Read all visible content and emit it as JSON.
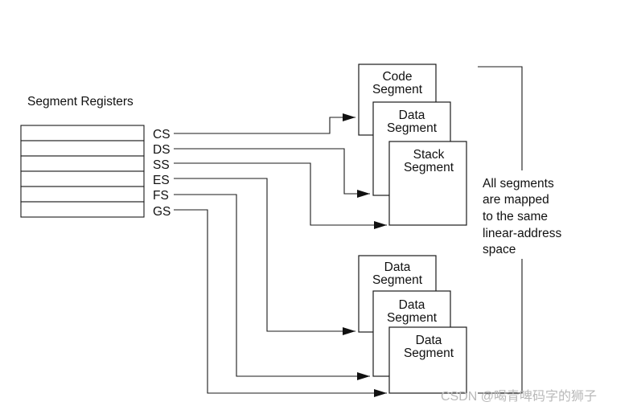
{
  "title": "Segment Registers",
  "registers": [
    "CS",
    "DS",
    "SS",
    "ES",
    "FS",
    "GS"
  ],
  "top_segments": [
    {
      "line1": "Code",
      "line2": "Segment"
    },
    {
      "line1": "Data",
      "line2": "Segment"
    },
    {
      "line1": "Stack",
      "line2": "Segment"
    }
  ],
  "bottom_segments": [
    {
      "line1": "Data",
      "line2": "Segment"
    },
    {
      "line1": "Data",
      "line2": "Segment"
    },
    {
      "line1": "Data",
      "line2": "Segment"
    }
  ],
  "note_lines": [
    "All segments",
    "are mapped",
    "to the same",
    "linear-address",
    "space"
  ],
  "watermark": "CSDN @喝青啤码字的狮子"
}
